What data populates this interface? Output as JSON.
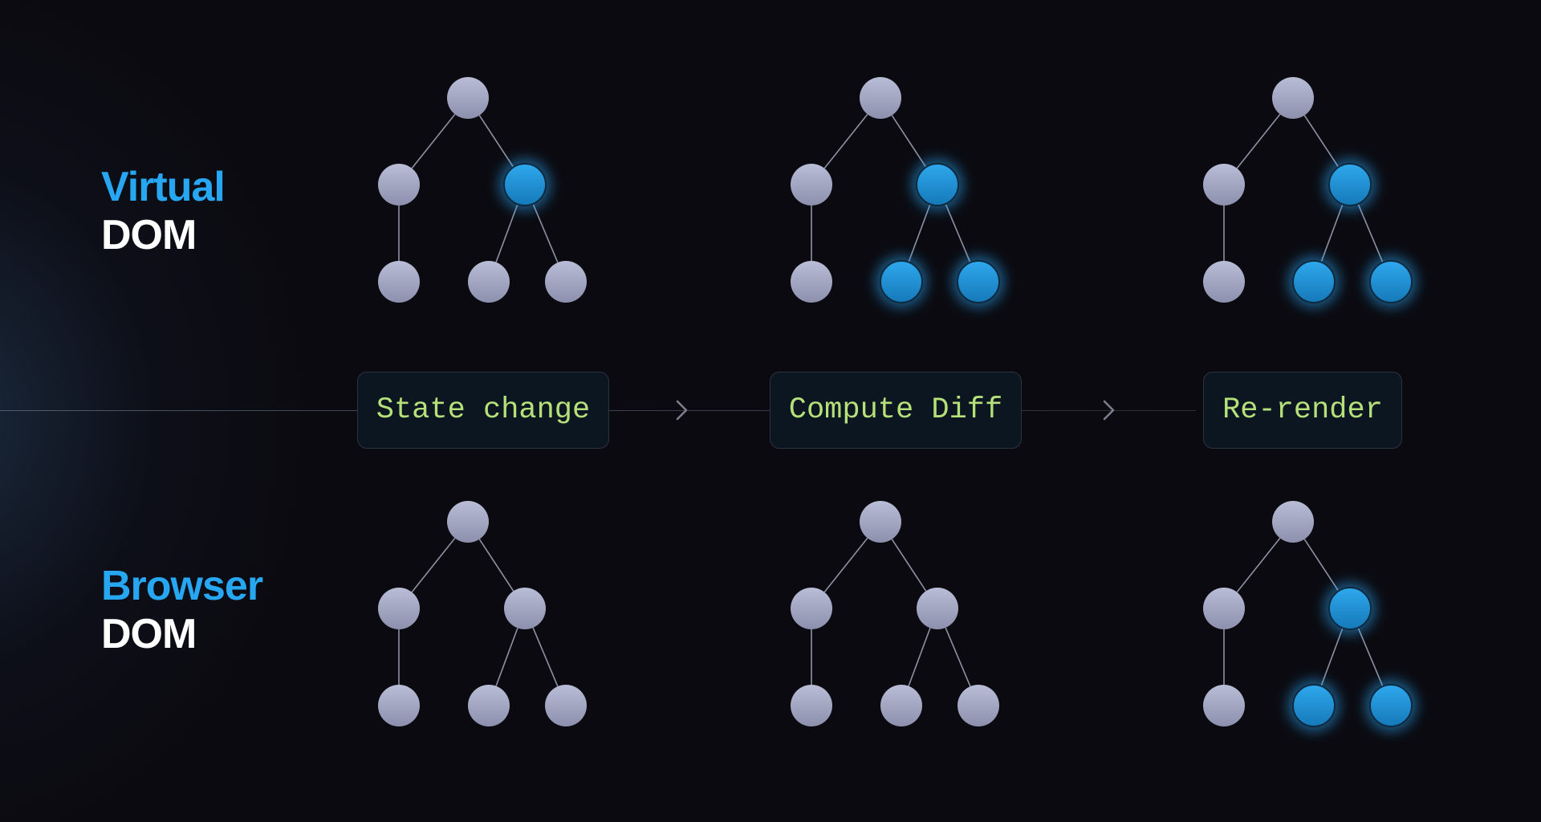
{
  "sections": {
    "virtual": {
      "accent": "Virtual",
      "plain": "DOM"
    },
    "browser": {
      "accent": "Browser",
      "plain": "DOM"
    }
  },
  "stages": [
    {
      "label": "State change"
    },
    {
      "label": "Compute Diff"
    },
    {
      "label": "Re-render"
    }
  ],
  "colors": {
    "accent": "#27a6f2",
    "node_default": "#a7abc6",
    "node_highlight": "#2196dc",
    "stage_text": "#b5e07a",
    "background": "#0b0a10"
  },
  "trees": [
    {
      "row": "virtual",
      "stage": 0,
      "highlighted": [
        "child-right"
      ]
    },
    {
      "row": "virtual",
      "stage": 1,
      "highlighted": [
        "child-right",
        "grandchild-middle",
        "grandchild-right"
      ]
    },
    {
      "row": "virtual",
      "stage": 2,
      "highlighted": [
        "child-right",
        "grandchild-middle",
        "grandchild-right"
      ]
    },
    {
      "row": "browser",
      "stage": 0,
      "highlighted": []
    },
    {
      "row": "browser",
      "stage": 1,
      "highlighted": []
    },
    {
      "row": "browser",
      "stage": 2,
      "highlighted": [
        "child-right",
        "grandchild-middle",
        "grandchild-right"
      ]
    }
  ]
}
